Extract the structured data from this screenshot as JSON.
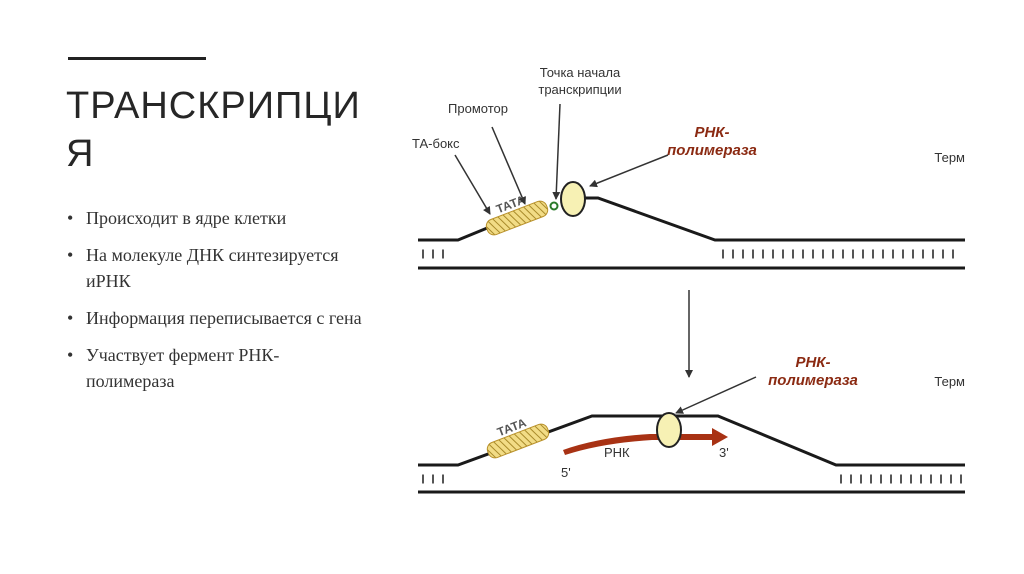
{
  "slide": {
    "title": "ТРАНСКРИПЦИ\nЯ",
    "bullets": [
      "Происходит в ядре клетки",
      "На молекуле ДНК синтезируется иРНК",
      "Информация переписывается с гена",
      "Участвует фермент РНК-полимераза"
    ]
  },
  "diagram": {
    "labels": {
      "start_point_line1": "Точка начала",
      "start_point_line2": "транскрипции",
      "promoter": "Промотор",
      "tata_box": "ТА-бокс",
      "rna_pol_line1": "РНК-",
      "rna_pol_line2": "полимераза",
      "terminator": "Терм",
      "tata": "ТАТА",
      "rna": "РНК",
      "five_prime": "5'",
      "three_prime": "3'"
    },
    "colors": {
      "dna": "#1a1a1a",
      "tata_box": "#f2dc86",
      "polymerase": "#f7f1b4",
      "rna_arrow": "#a83214",
      "rna_pol_label": "#8b2a12"
    }
  }
}
